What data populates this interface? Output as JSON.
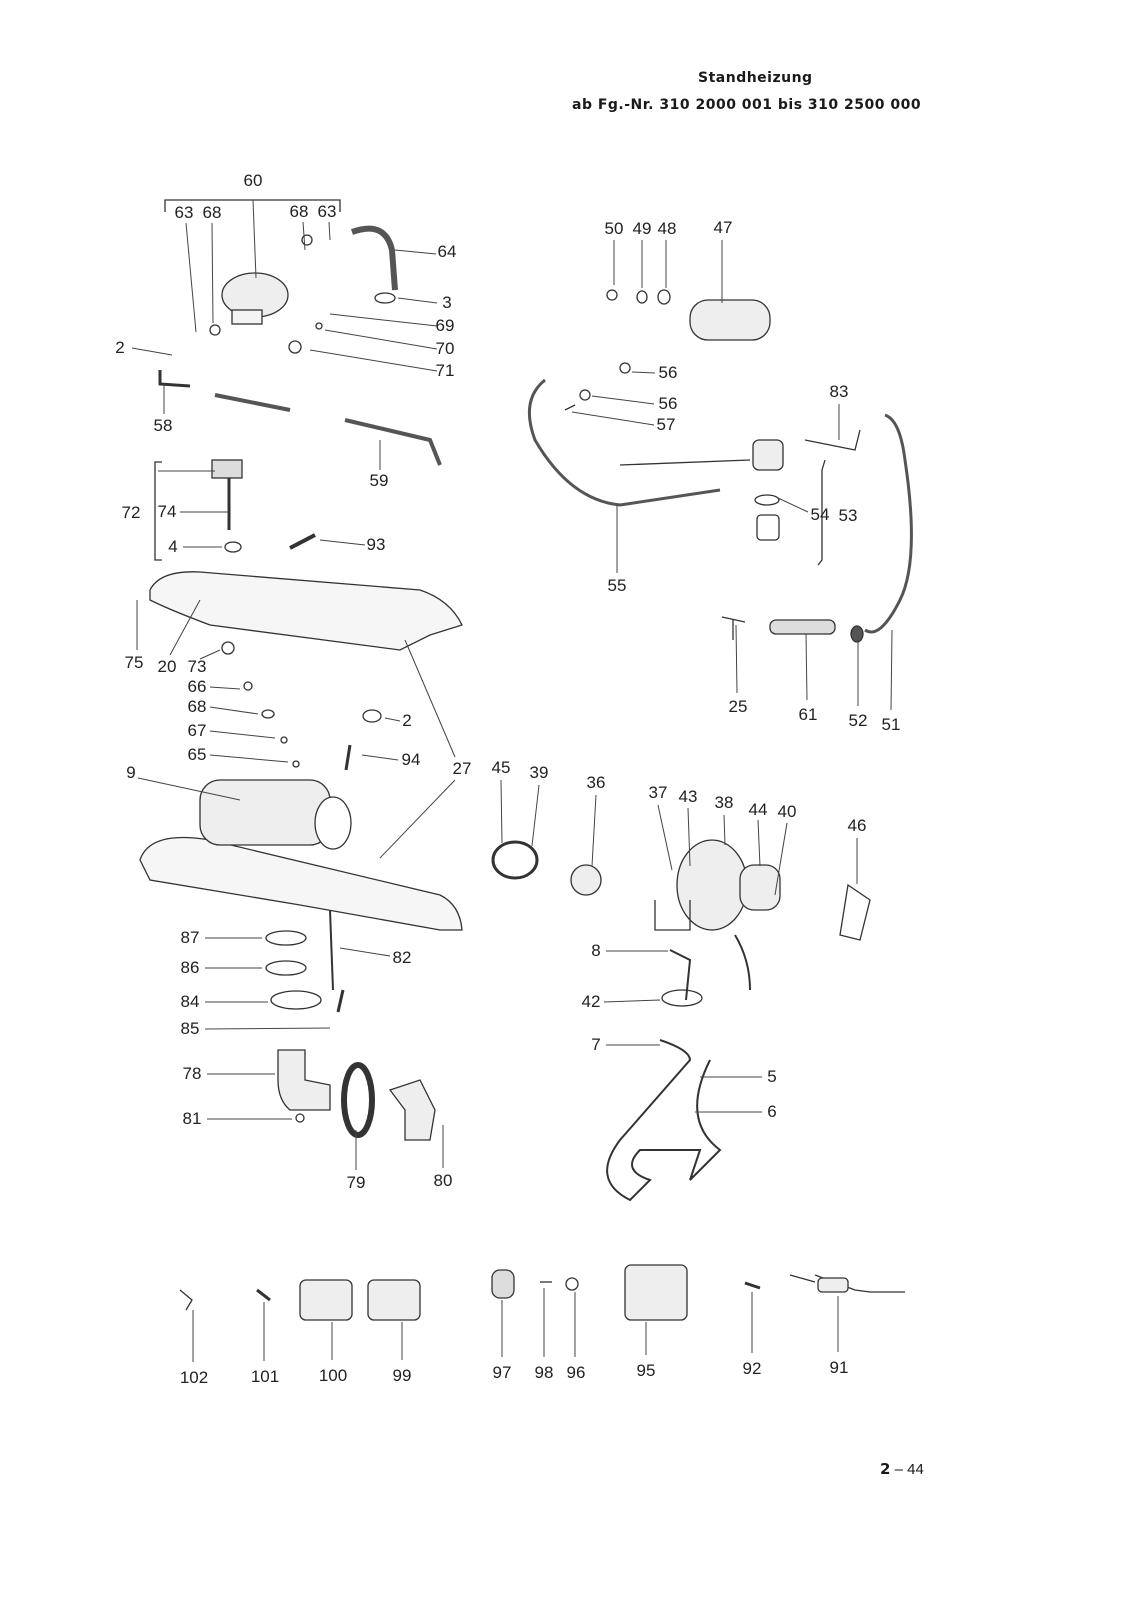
{
  "header": {
    "title": "Standheizung",
    "subtitle": "ab Fg.-Nr. 310 2000 001 bis 310 2500 000"
  },
  "labels": [
    "60",
    "63",
    "68",
    "68",
    "63",
    "64",
    "3",
    "69",
    "70",
    "71",
    "2",
    "58",
    "59",
    "72",
    "74",
    "4",
    "93",
    "75",
    "20",
    "73",
    "66",
    "68",
    "67",
    "65",
    "2",
    "94",
    "27",
    "9",
    "87",
    "86",
    "82",
    "84",
    "85",
    "78",
    "81",
    "79",
    "80",
    "50",
    "49",
    "48",
    "47",
    "56",
    "56",
    "57",
    "83",
    "54",
    "53",
    "55",
    "25",
    "61",
    "52",
    "51",
    "45",
    "39",
    "36",
    "37",
    "43",
    "38",
    "44",
    "40",
    "46",
    "8",
    "42",
    "7",
    "5",
    "6",
    "102",
    "101",
    "100",
    "99",
    "97",
    "98",
    "96",
    "95",
    "92",
    "91"
  ],
  "page": {
    "section": "2",
    "separator": "–",
    "number": "44"
  }
}
